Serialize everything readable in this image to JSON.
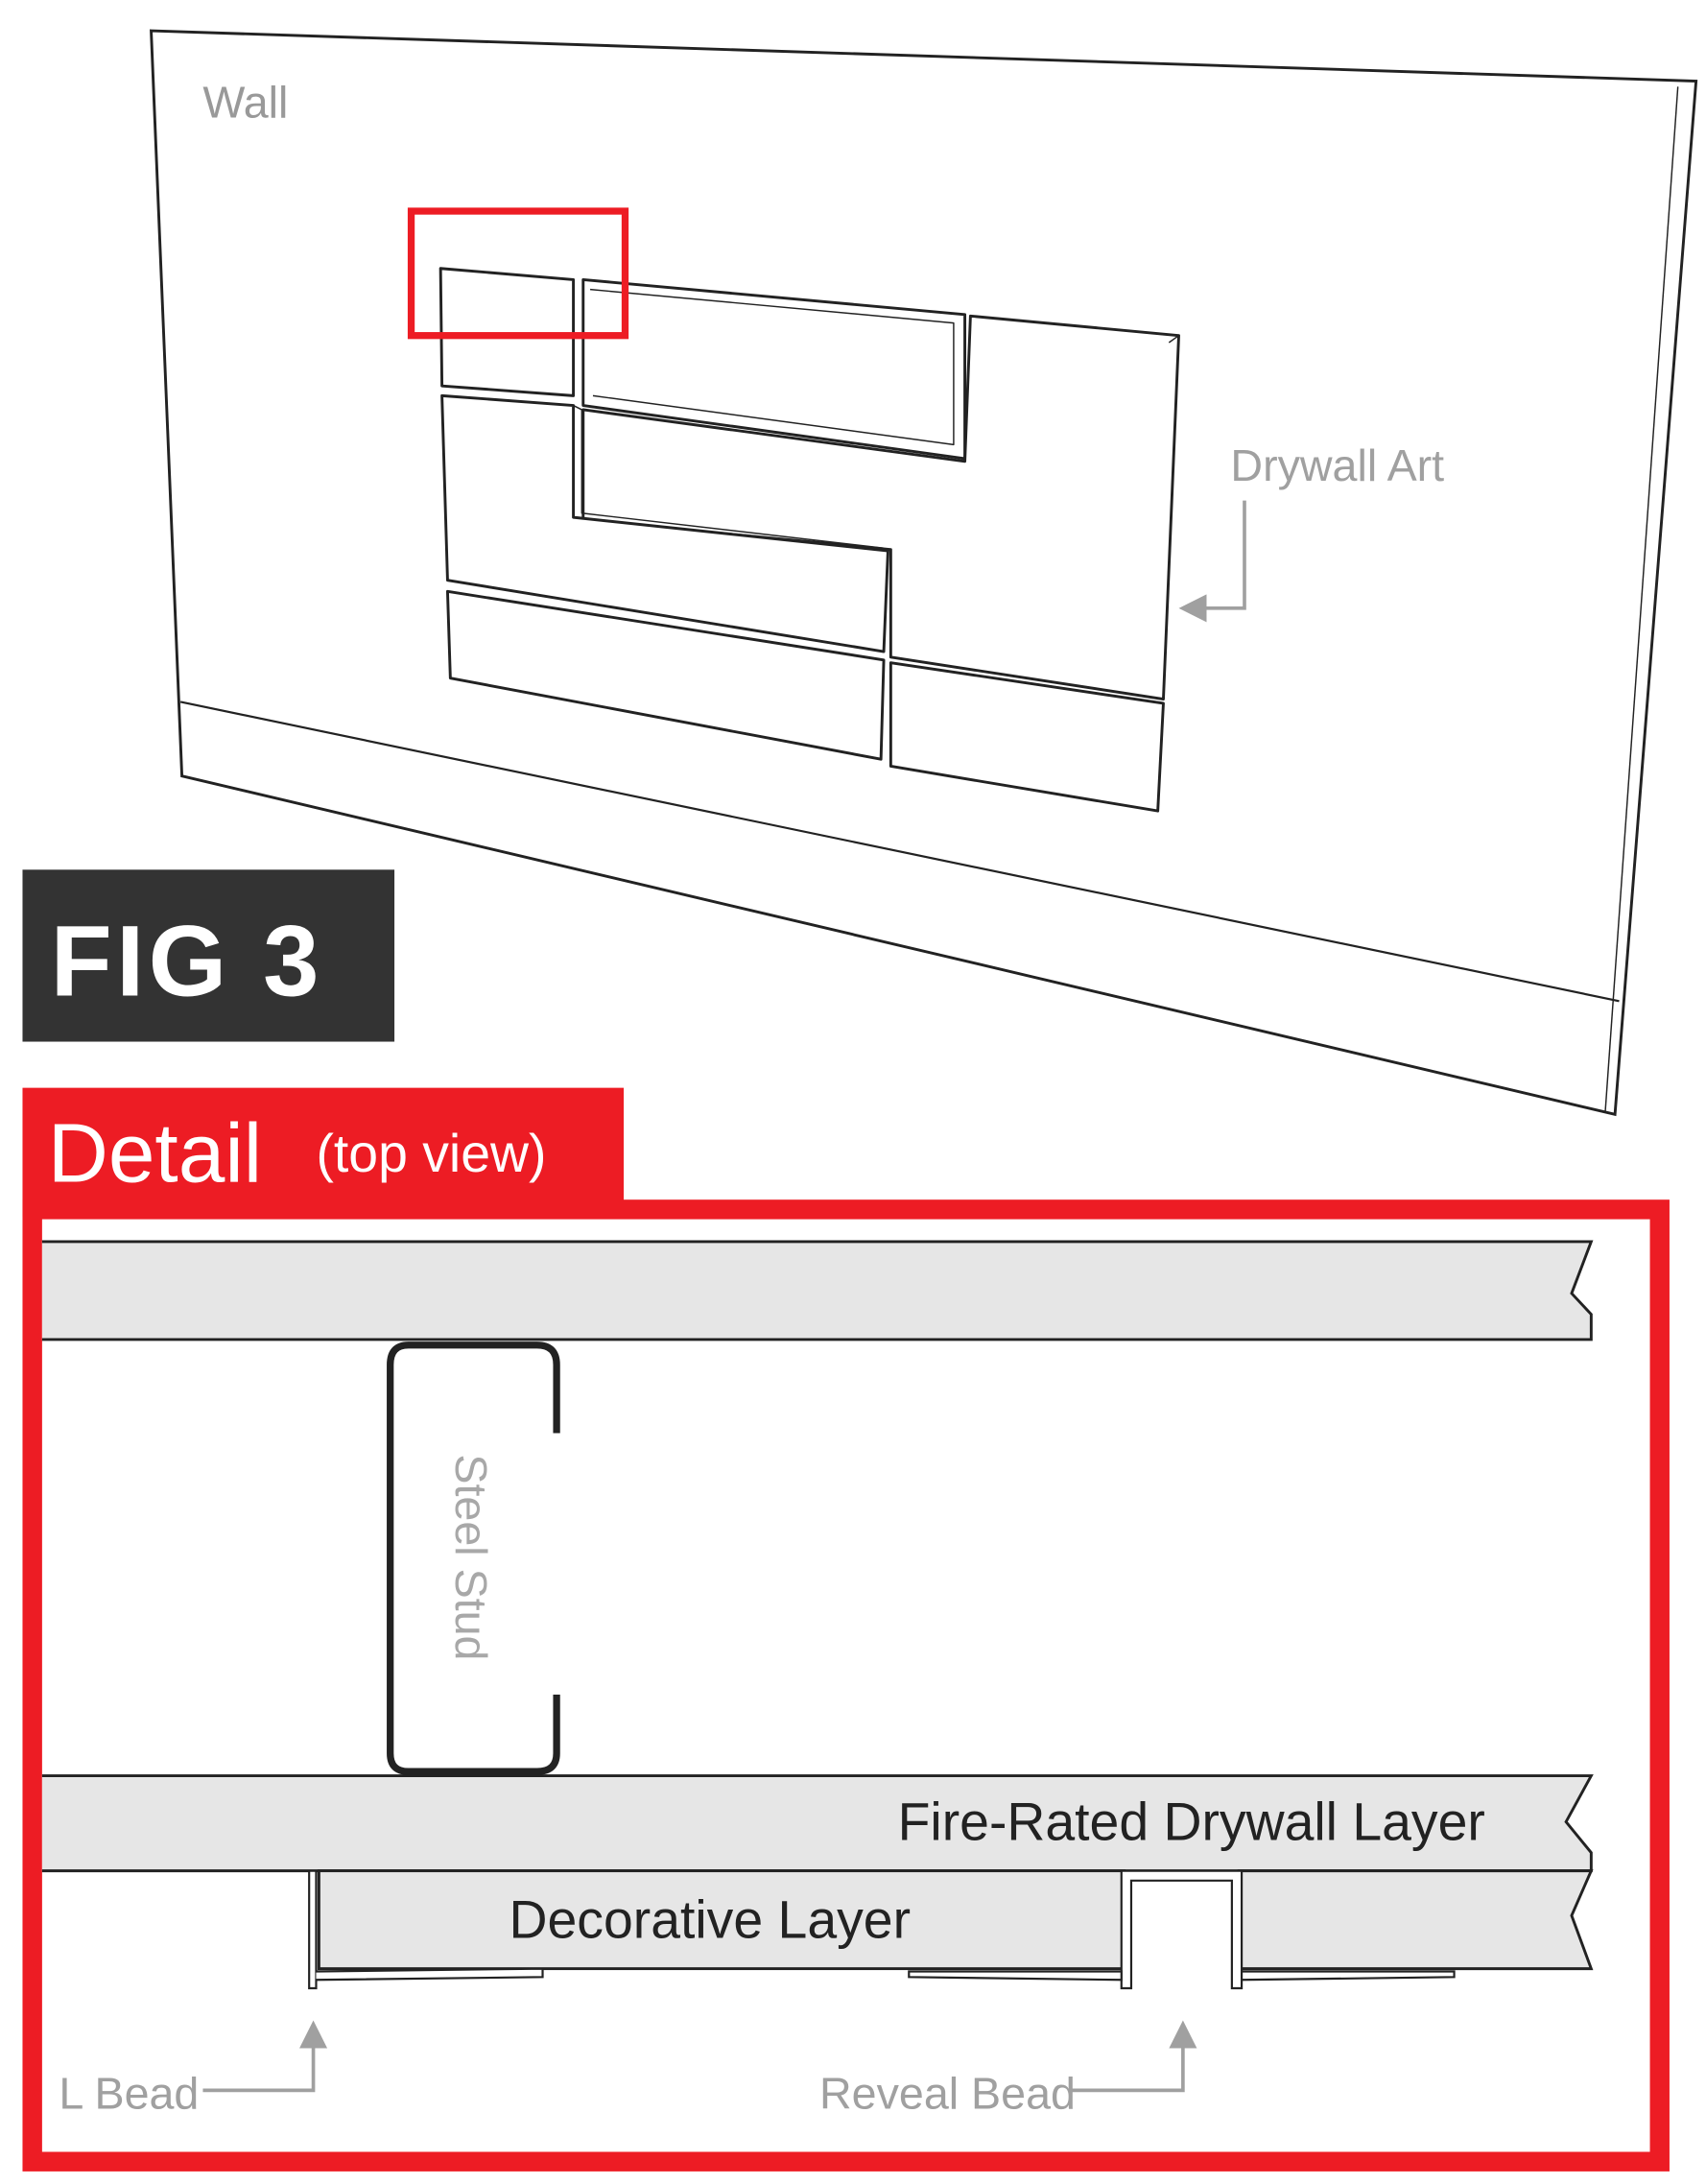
{
  "figure": {
    "fig_label": "FIG 3",
    "wall_label": "Wall",
    "art_label": "Drywall Art"
  },
  "detail": {
    "title": "Detail",
    "subtitle": "(top view)",
    "stud_label": "Steel Stud",
    "fire_label": "Fire-Rated Drywall Layer",
    "decorative_label": "Decorative Layer",
    "l_bead_label": "L Bead",
    "reveal_bead_label": "Reveal Bead"
  },
  "colors": {
    "accent_red": "#ed1c24",
    "fig_box": "#333333",
    "drywall_fill": "#e6e6e6",
    "label_gray": "#a0a0a0"
  }
}
